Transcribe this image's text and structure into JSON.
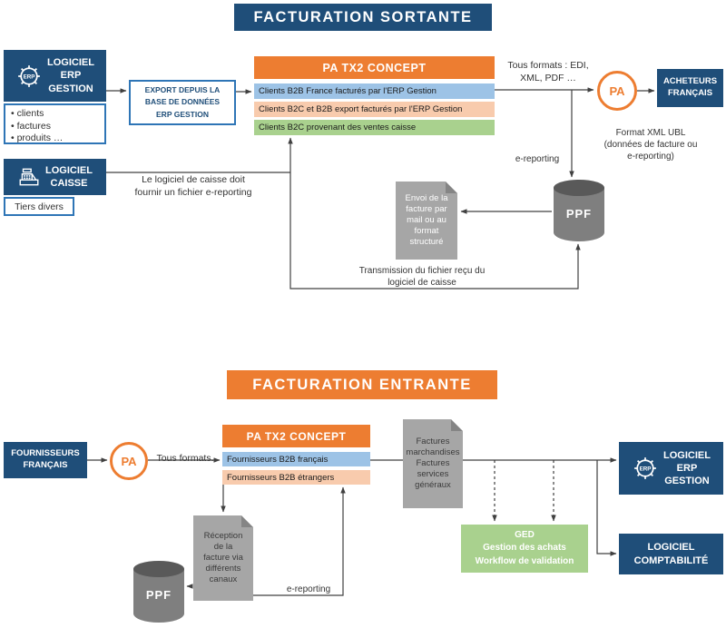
{
  "colors": {
    "dark_blue": "#1F4E79",
    "orange": "#ED7D31",
    "light_blue": "#9DC3E6",
    "light_orange": "#F8CBAD",
    "light_green": "#A9D18E",
    "gray": "#A6A6A6"
  },
  "icons": {
    "erp": "gear-erp-icon",
    "caisse": "cash-register-icon",
    "document": "folded-document",
    "database": "cylinder-database"
  },
  "sortante": {
    "title": "FACTURATION SORTANTE",
    "erp_box_label": "LOGICIEL\nERP\nGESTION",
    "erp_list": [
      "clients",
      "factures",
      "produits …"
    ],
    "export_label": "EXPORT DEPUIS LA\nBASE DE DONNÉES\nERP GESTION",
    "patx2_title": "PA TX2 CONCEPT",
    "rows": [
      "Clients B2B France facturés par l'ERP Gestion",
      "Clients B2C et B2B export facturés par l'ERP Gestion",
      "Clients B2C provenant des ventes caisse"
    ],
    "tous_formats": "Tous formats : EDI,\nXML, PDF …",
    "pa_label": "PA",
    "acheteurs_label": "ACHETEURS\nFRANÇAIS",
    "format_xml": "Format XML UBL\n(données de facture ou\ne-reporting)",
    "e_reporting": "e-reporting",
    "caisse_box_label": "LOGICIEL\nCAISSE",
    "tiers_label": "Tiers divers",
    "caisse_note": "Le logiciel de caisse doit\nfournir un fichier e-reporting",
    "envoi_doc": "Envoi de la\nfacture par\nmail ou au\nformat\nstructuré",
    "ppf_label": "PPF",
    "transmission_note": "Transmission du fichier reçu du\nlogiciel de caisse"
  },
  "entrante": {
    "title": "FACTURATION ENTRANTE",
    "fournisseurs_label": "FOURNISSEURS\nFRANÇAIS",
    "pa_label": "PA",
    "tous_formats": "Tous formats.",
    "patx2_title": "PA TX2 CONCEPT",
    "rows": [
      "Fournisseurs B2B français",
      "Fournisseurs B2B étrangers"
    ],
    "factures_doc": "Factures\nmarchandises\nFactures\nservices\ngénéraux",
    "erp_box_label": "LOGICIEL\nERP\nGESTION",
    "compta_label": "LOGICIEL\nCOMPTABILITÉ",
    "ged": "GED\nGestion des achats\nWorkflow de validation",
    "reception_doc": "Réception\nde la\nfacture via\ndifférents\ncanaux",
    "ppf_label": "PPF",
    "e_reporting": "e-reporting"
  }
}
